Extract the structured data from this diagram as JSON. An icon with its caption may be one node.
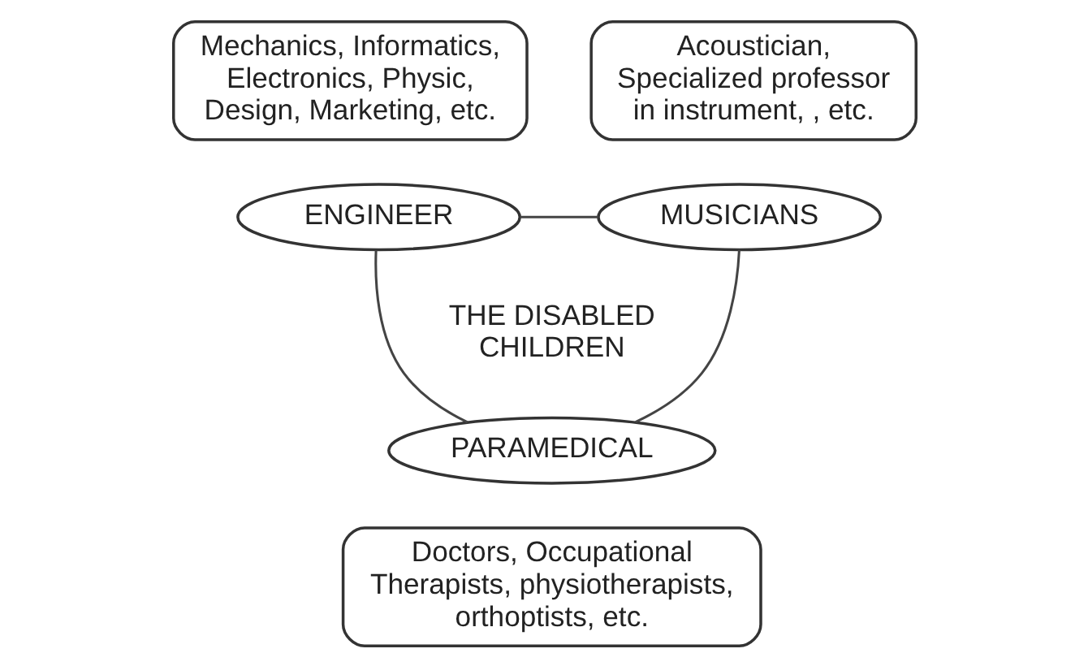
{
  "diagram": {
    "nodes": [
      {
        "text": [
          "Mechanics, Informatics, Electronics, Physic, Design, Marketing, etc."
        ]
      },
      {
        "text": [
          "Acoustician, Specialized professor in instrument, , etc."
        ]
      },
      {
        "text": [
          "ENGINEER"
        ]
      },
      {
        "text": [
          "MUSICIANS"
        ]
      },
      {
        "text": [
          "PARAMEDICAL"
        ]
      },
      {
        "text": [
          "Doctors, Occupational Therapists, physiotherapists, orthoptists, etc."
        ]
      }
    ],
    "edges": [
      {
        "from": 2,
        "to": 3,
        "arrow": "none"
      },
      {
        "from": 2,
        "to": 4,
        "arrow": "none"
      },
      {
        "from": 3,
        "to": 4,
        "arrow": "none"
      }
    ],
    "labels": [
      "THE DISABLED CHILDREN"
    ]
  }
}
